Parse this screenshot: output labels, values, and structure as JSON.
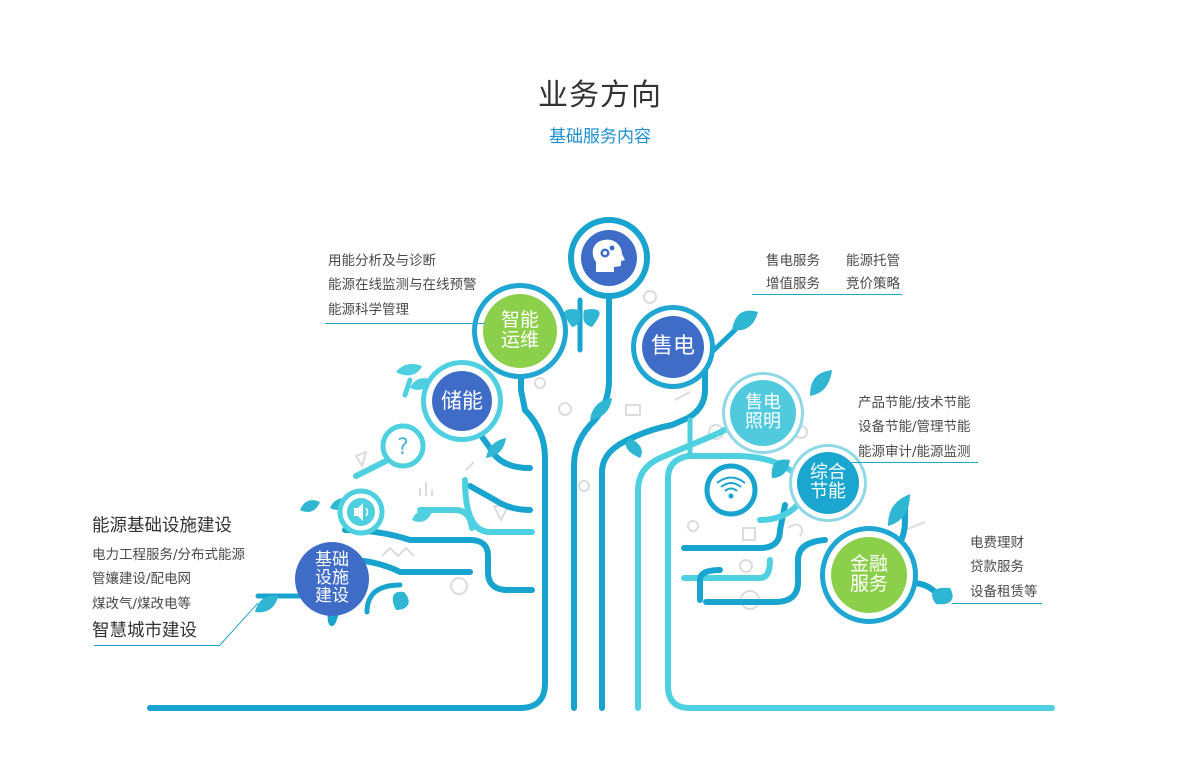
{
  "title": "业务方向",
  "subtitle": "基础服务内容",
  "colors": {
    "branch_dark": "#19a4d0",
    "branch_light": "#4fd0e0",
    "leaf": "#2eb6d3",
    "node_blue": "#3f6cc6",
    "node_green": "#8ccf4a",
    "node_cyan": "#52cadd",
    "node_teal": "#1ba6cf",
    "ring": "#1fa6d3"
  },
  "nodes": {
    "head": {
      "icon": "brain-head-icon"
    },
    "zhineng": {
      "line1": "智能",
      "line2": "运维"
    },
    "shoudian": {
      "line1": "售电"
    },
    "chuneng": {
      "line1": "储能"
    },
    "shoudian_zhaoming": {
      "line1": "售电",
      "line2": "照明"
    },
    "zonghe": {
      "line1": "综合",
      "line2": "节能"
    },
    "jinrong": {
      "line1": "金融",
      "line2": "服务"
    },
    "jichu": {
      "line1": "基础",
      "line2": "设施",
      "line3": "建设"
    },
    "question": {
      "icon": "question-magnifier-icon"
    },
    "speaker": {
      "icon": "speaker-icon"
    },
    "wifi": {
      "icon": "wifi-icon"
    }
  },
  "groups": {
    "ops": [
      "用能分析及与诊断",
      "能源在线监测与在线预警",
      "能源科学管理"
    ],
    "sales": [
      "售电服务",
      "能源托管",
      "增值服务",
      "竞价策略"
    ],
    "saving": [
      "产品节能/技术节能",
      "设备节能/管理节能",
      "能源审计/能源监测"
    ],
    "finance": [
      "电费理财",
      "贷款服务",
      "设备租赁等"
    ],
    "infra": {
      "heading": "能源基础设施建设",
      "items": [
        "电力工程服务/分布式能源",
        "管孃建设/配电网",
        "煤改气/煤改电等"
      ],
      "footer": "智慧城市建设"
    }
  }
}
